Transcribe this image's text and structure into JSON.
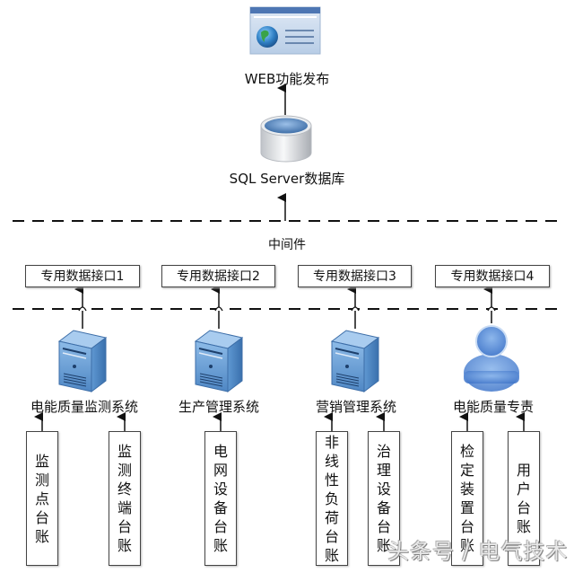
{
  "top": {
    "web_label": "WEB功能发布",
    "db_label": "SQL Server数据库",
    "middleware_label": "中间件"
  },
  "interfaces": [
    {
      "label": "专用数据接口1"
    },
    {
      "label": "专用数据接口2"
    },
    {
      "label": "专用数据接口3"
    },
    {
      "label": "专用数据接口4"
    }
  ],
  "systems": [
    {
      "label": "电能质量监测系统",
      "icon": "server-icon"
    },
    {
      "label": "生产管理系统",
      "icon": "server-icon"
    },
    {
      "label": "营销管理系统",
      "icon": "server-icon"
    },
    {
      "label": "电能质量专责",
      "icon": "user-icon"
    }
  ],
  "ledgers": [
    {
      "chars": [
        "监",
        "测",
        "点",
        "台",
        "账"
      ]
    },
    {
      "chars": [
        "监",
        "测",
        "终",
        "端",
        "台",
        "账"
      ]
    },
    {
      "chars": [
        "电",
        "网",
        "设",
        "备",
        "台",
        "账"
      ]
    },
    {
      "chars": [
        "非",
        "线",
        "性",
        "负",
        "荷",
        "台",
        "账"
      ]
    },
    {
      "chars": [
        "治",
        "理",
        "设",
        "备",
        "台",
        "账"
      ]
    },
    {
      "chars": [
        "检",
        "定",
        "装",
        "置",
        "台",
        "账"
      ]
    },
    {
      "chars": [
        "用",
        "户",
        "台",
        "账"
      ]
    }
  ],
  "watermark": "头条号 / 电气技术",
  "colors": {
    "server_blue": "#6fa3d8",
    "person_blue": "#5b8fd6",
    "line": "#111111"
  }
}
